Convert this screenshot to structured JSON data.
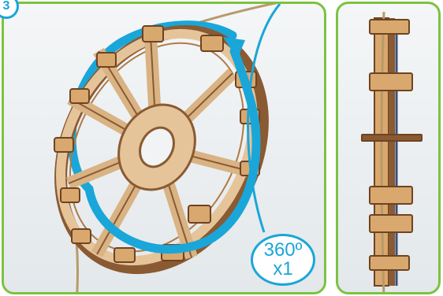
{
  "step": {
    "number": "3"
  },
  "rotation": {
    "angle": "360º",
    "count": "x1"
  },
  "colors": {
    "frame": "#7dc242",
    "arrow": "#1aa6d9",
    "wood_light": "#e6c49a",
    "wood_dark": "#8a5a32",
    "rope": "#b89a6a",
    "cable": "#3b4f7a"
  },
  "icons": [
    "wheel-illustration",
    "rotation-arrow-icon",
    "rope",
    "wheel-side-view"
  ]
}
